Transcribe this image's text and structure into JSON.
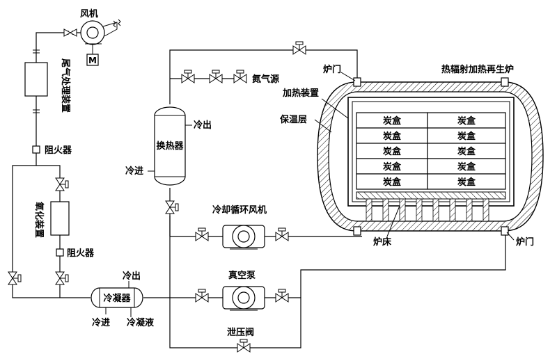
{
  "labels": {
    "fan": "风机",
    "motor": "M",
    "exhaust_treatment": "尾气处理装置",
    "flame_arrester_top": "阻火器",
    "oxidation_device": "氧化装置",
    "flame_arrester_bottom": "阻火器",
    "condenser": "冷凝器",
    "condenser_cool_out": "冷出",
    "condenser_cool_in": "冷进",
    "condensate": "冷凝液",
    "heat_exchanger": "换热器",
    "hx_cool_out": "冷出",
    "hx_cool_in": "冷进",
    "nitrogen_source": "氮气源",
    "cooling_fan": "冷却循环风机",
    "vacuum_pump": "真空泵",
    "relief_valve": "泄压阀",
    "furnace_door_top": "炉门",
    "furnace_name": "热辐射加热再生炉",
    "heating_device": "加热装置",
    "insulation_layer": "保温层",
    "furnace_bed": "炉床",
    "furnace_door_bottom": "炉门"
  },
  "carbon_boxes": {
    "label": "炭盒",
    "rows": [
      [
        "炭盒",
        "炭盒"
      ],
      [
        "炭盒",
        "炭盒"
      ],
      [
        "炭盒",
        "炭盒"
      ],
      [
        "炭盒",
        "炭盒"
      ],
      [
        "炭盒",
        "炭盒"
      ]
    ]
  }
}
